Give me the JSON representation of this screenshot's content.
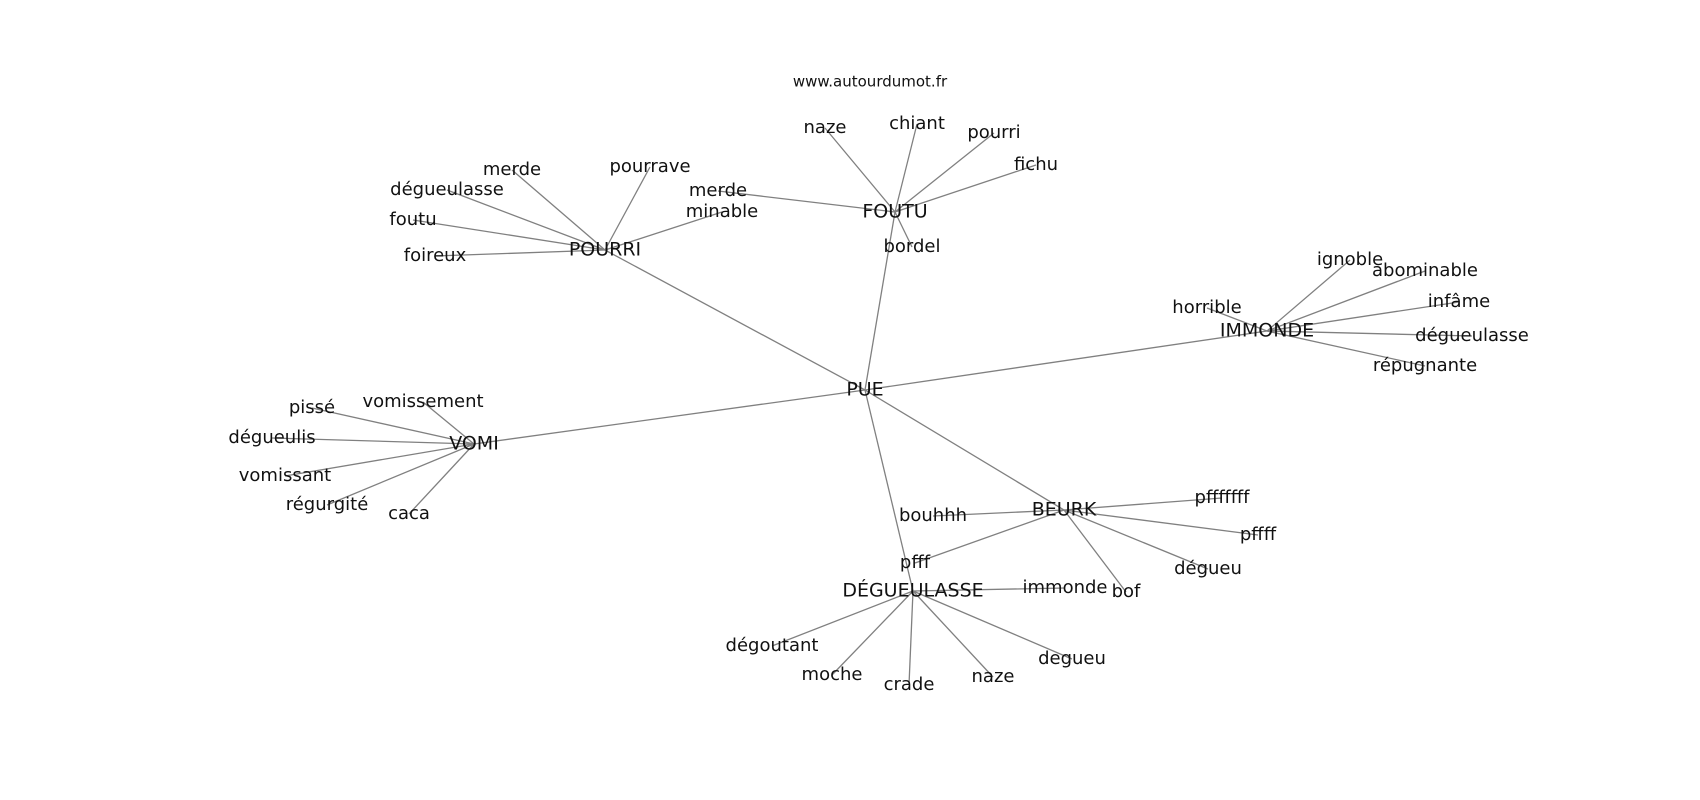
{
  "header": {
    "site": "www.autourdumot.fr"
  },
  "graph": {
    "root": "PUE",
    "hubs": [
      {
        "label": "POURRI",
        "leaves": [
          "merde",
          "dégueulasse",
          "foutu",
          "foireux",
          "pourrave",
          "minable"
        ]
      },
      {
        "label": "FOUTU",
        "leaves": [
          "naze",
          "chiant",
          "pourri",
          "fichu",
          "merde",
          "bordel"
        ]
      },
      {
        "label": "IMMONDE",
        "leaves": [
          "ignoble",
          "abominable",
          "horrible",
          "infâme",
          "dégueulasse",
          "répugnante"
        ]
      },
      {
        "label": "VOMI",
        "leaves": [
          "pissé",
          "vomissement",
          "dégueulis",
          "vomissant",
          "régurgité",
          "caca"
        ]
      },
      {
        "label": "BEURK",
        "leaves": [
          "bouhhh",
          "pfffffff",
          "pffff",
          "dégueu",
          "bof",
          "pfff"
        ]
      },
      {
        "label": "DÉGUEULASSE",
        "leaves": [
          "immonde",
          "dégoutant",
          "moche",
          "crade",
          "naze",
          "degueu"
        ]
      }
    ]
  }
}
